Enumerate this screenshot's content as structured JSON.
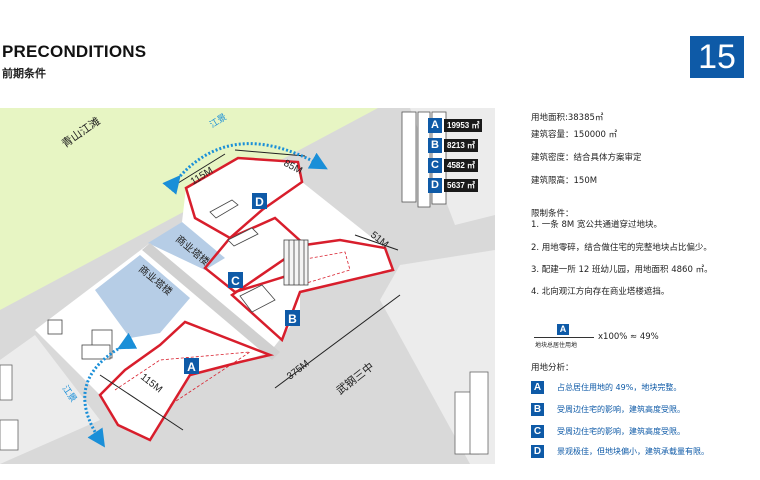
{
  "header": {
    "title": "PRECONDITIONS",
    "subtitle": "前期条件",
    "page_number": "15"
  },
  "map": {
    "labels": {
      "river_beach": "青山江滩",
      "jiangjing_top": "江景",
      "jiangjing_left": "江景",
      "commercial_tower_1": "商业塔楼",
      "commercial_tower_2": "商业塔楼",
      "school": "武钢三中",
      "dim_115_top": "115M",
      "dim_85": "85M",
      "dim_51": "51M",
      "dim_375": "375M",
      "dim_115_bottom": "115M"
    },
    "plots": [
      "A",
      "B",
      "C",
      "D"
    ],
    "area_table": [
      {
        "plot": "A",
        "area": "19953 ㎡"
      },
      {
        "plot": "B",
        "area": "8213 ㎡"
      },
      {
        "plot": "C",
        "area": "4582 ㎡"
      },
      {
        "plot": "D",
        "area": "5637 ㎡"
      }
    ]
  },
  "info": {
    "land_area": "用地面积:38385㎡",
    "floor_area": "建筑容量：150000 ㎡",
    "density": "建筑密度：结合具体方案审定",
    "height_limit": "建筑限高：150M",
    "conditions_title": "限制条件：",
    "conditions": [
      "1. 一条 8M 宽公共通道穿过地块。",
      "2. 用地零碎，结合做住宅的完整地块占比偏少。",
      "3. 配建一所 12 班幼儿园，用地面积 4860 ㎡。",
      "4. 北向观江方向存在商业塔楼遮挡。"
    ]
  },
  "formula": {
    "numerator": "A",
    "denominator": "地块总居住用地",
    "result": "x100% ≈ 49%"
  },
  "analysis": {
    "title": "用地分析：",
    "items": [
      {
        "badge": "A",
        "text": "占总居住用地的 49%，地块完整。"
      },
      {
        "badge": "B",
        "text": "受周边住宅的影响，建筑高度受限。"
      },
      {
        "badge": "C",
        "text": "受周边住宅的影响，建筑高度受限。"
      },
      {
        "badge": "D",
        "text": "景观极佳，但地块偏小，建筑承载量有限。"
      }
    ]
  },
  "colors": {
    "accent": "#0e5aa7",
    "plot_border": "#d81e2c",
    "green": "#e7f5c3",
    "tower_zone": "#b6cde6",
    "road": "#d7d7d7"
  }
}
